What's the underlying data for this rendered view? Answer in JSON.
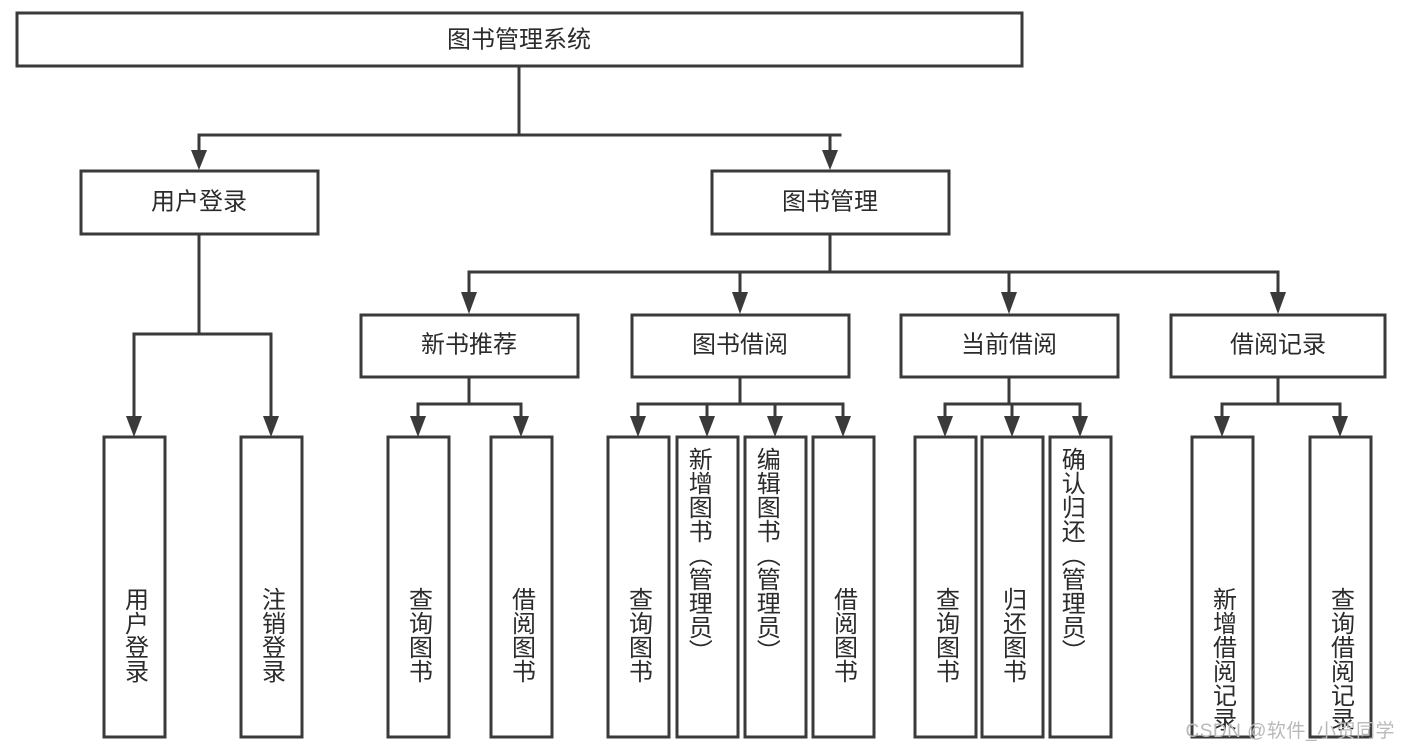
{
  "diagram": {
    "type": "tree-hierarchy",
    "title": "图书管理系统",
    "watermark": "CSDN @软件_小贺同学",
    "colors": {
      "stroke": "#3a3a3a",
      "fill": "#ffffff",
      "text": "#2b2b2b",
      "watermark": "#b9b9b9"
    },
    "levels": [
      {
        "level": 1,
        "nodes": [
          {
            "id": "root",
            "label": "图书管理系统",
            "orientation": "horizontal"
          }
        ]
      },
      {
        "level": 2,
        "nodes": [
          {
            "id": "user-login",
            "label": "用户登录",
            "orientation": "horizontal",
            "parent": "root"
          },
          {
            "id": "book-manage",
            "label": "图书管理",
            "orientation": "horizontal",
            "parent": "root"
          }
        ]
      },
      {
        "level": 3,
        "nodes": [
          {
            "id": "new-book-rec",
            "label": "新书推荐",
            "orientation": "horizontal",
            "parent": "book-manage"
          },
          {
            "id": "book-borrow",
            "label": "图书借阅",
            "orientation": "horizontal",
            "parent": "book-manage"
          },
          {
            "id": "current-borrow",
            "label": "当前借阅",
            "orientation": "horizontal",
            "parent": "book-manage"
          },
          {
            "id": "borrow-record",
            "label": "借阅记录",
            "orientation": "horizontal",
            "parent": "book-manage"
          }
        ]
      },
      {
        "level": 4,
        "nodes": [
          {
            "id": "leaf-user-login",
            "label": "用户登录",
            "orientation": "vertical",
            "parent": "user-login",
            "align": "center"
          },
          {
            "id": "leaf-logout",
            "label": "注销登录",
            "orientation": "vertical",
            "parent": "user-login",
            "align": "center"
          },
          {
            "id": "leaf-query-book-1",
            "label": "查询图书",
            "orientation": "vertical",
            "parent": "new-book-rec",
            "align": "center"
          },
          {
            "id": "leaf-borrow-book-1",
            "label": "借阅图书",
            "orientation": "vertical",
            "parent": "new-book-rec",
            "align": "center"
          },
          {
            "id": "leaf-query-book-2",
            "label": "查询图书",
            "orientation": "vertical",
            "parent": "book-borrow",
            "align": "center"
          },
          {
            "id": "leaf-add-book",
            "label": "新增图书（管理员）",
            "orientation": "vertical",
            "parent": "book-borrow",
            "align": "start"
          },
          {
            "id": "leaf-edit-book",
            "label": "编辑图书（管理员）",
            "orientation": "vertical",
            "parent": "book-borrow",
            "align": "start"
          },
          {
            "id": "leaf-borrow-book-2",
            "label": "借阅图书",
            "orientation": "vertical",
            "parent": "book-borrow",
            "align": "center"
          },
          {
            "id": "leaf-query-book-3",
            "label": "查询图书",
            "orientation": "vertical",
            "parent": "current-borrow",
            "align": "center"
          },
          {
            "id": "leaf-return-book",
            "label": "归还图书",
            "orientation": "vertical",
            "parent": "current-borrow",
            "align": "center"
          },
          {
            "id": "leaf-confirm-return",
            "label": "确认归还（管理员）",
            "orientation": "vertical",
            "parent": "current-borrow",
            "align": "start"
          },
          {
            "id": "leaf-add-record",
            "label": "新增借阅记录",
            "orientation": "vertical",
            "parent": "borrow-record",
            "align": "center"
          },
          {
            "id": "leaf-query-record",
            "label": "查询借阅记录",
            "orientation": "vertical",
            "parent": "borrow-record",
            "align": "center"
          }
        ]
      }
    ]
  }
}
